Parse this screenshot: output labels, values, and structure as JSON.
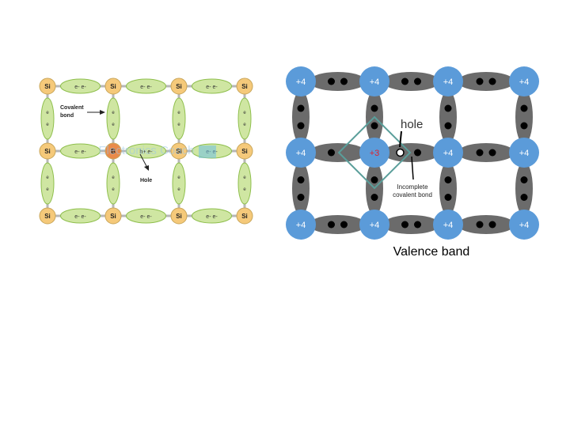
{
  "left_lattice": {
    "atom_rows": [
      [
        "Si",
        "Si",
        "Si",
        "Si"
      ],
      [
        "Si",
        "B",
        "Si",
        "Si"
      ],
      [
        "Si",
        "Si",
        "Si",
        "Si"
      ]
    ],
    "electron_pair_text": "e- e-",
    "hole_pair_text": "h+ e-",
    "covalent_bond_label": "Covalent\nbond",
    "hole_label": "Hole",
    "watermark": "Electronics Coach",
    "colors": {
      "atom_fill": "#f5c97a",
      "boron_fill": "#e98a4a",
      "bond_fill": "#cfe6a2",
      "bond_stroke": "#8fbf4d",
      "frame": "#b7b7b7"
    }
  },
  "right_lattice": {
    "atom_charges": [
      [
        "+4",
        "+4",
        "+4",
        "+4"
      ],
      [
        "+4",
        "+3",
        "+4",
        "+4"
      ],
      [
        "+4",
        "+4",
        "+4",
        "+4"
      ]
    ],
    "hole_label": "hole",
    "incomplete_bond_label": "Incomplete\ncovalent bond",
    "colors": {
      "atom_fill": "#5b9bd9",
      "bond_fill": "#6b6b6b",
      "defect_charge": "#e0202a",
      "diamond": "#5a9e9a"
    }
  },
  "caption": "Valence band"
}
